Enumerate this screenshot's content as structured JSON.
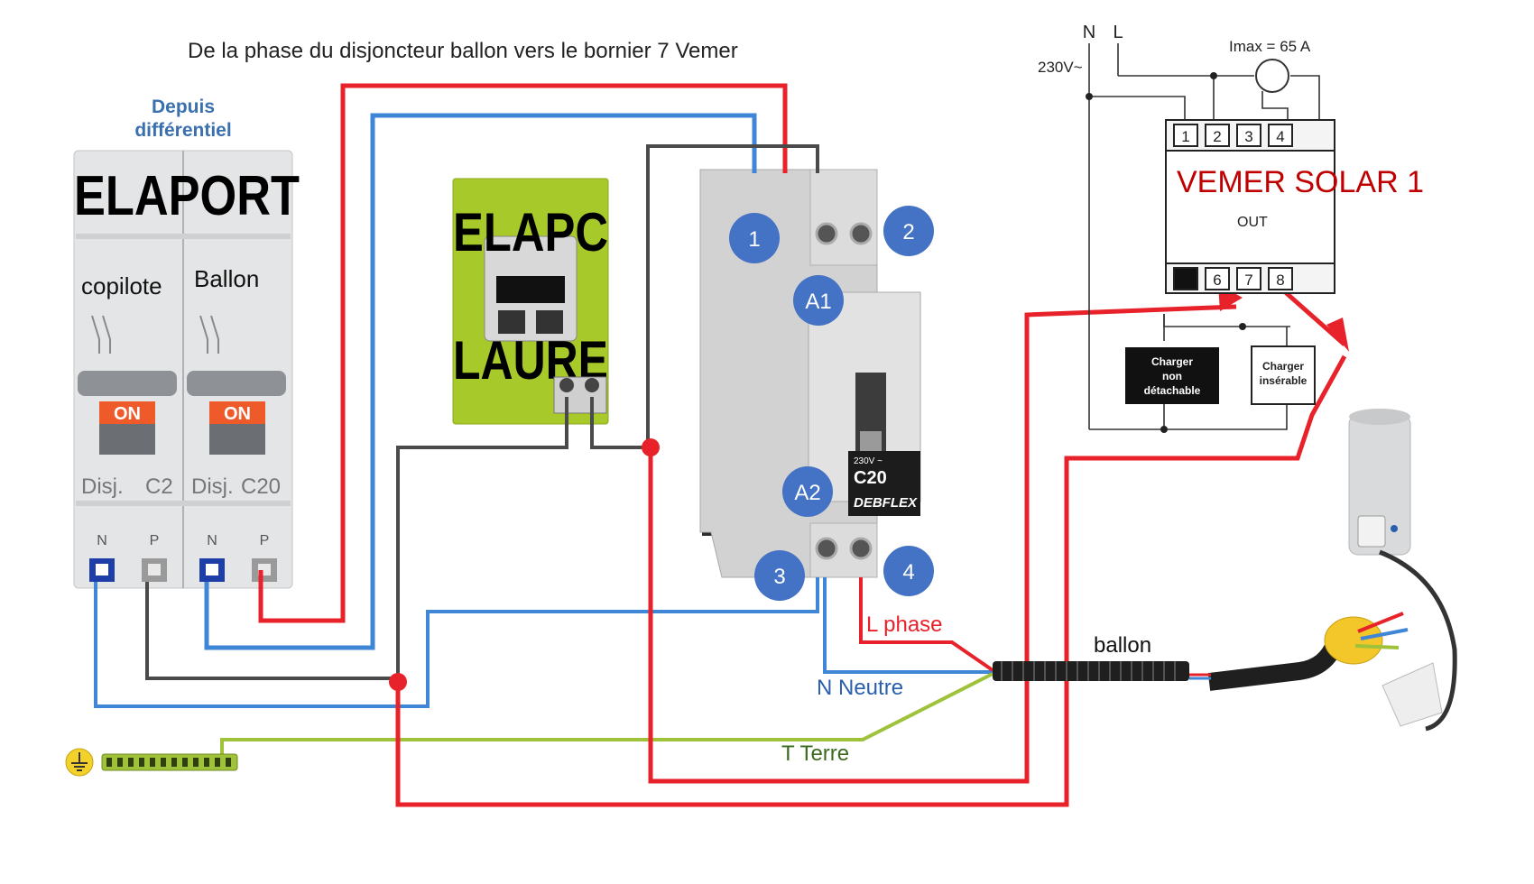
{
  "caption": "De la phase   du disjoncteur ballon vers le bornier 7 Vemer",
  "breaker": {
    "from_label": "Depuis",
    "from_label2": "différentiel",
    "brand": "ELAPORT",
    "left": {
      "name": "copilote",
      "on": "ON",
      "disj": "Disj.",
      "rating": "C2",
      "term_n": "N",
      "term_p": "P"
    },
    "right": {
      "name": "Ballon",
      "on": "ON",
      "disj": "Disj.",
      "rating": "C20",
      "term_n": "N",
      "term_p": "P"
    }
  },
  "timer": {
    "brand_top": "ELAPC",
    "brand_bottom": "LAURE"
  },
  "contactor": {
    "terminals": [
      "1",
      "2",
      "A1",
      "A2",
      "3",
      "4"
    ],
    "rating_small": "230V ~",
    "rating": "C20",
    "brand": "DEBFLEX"
  },
  "wires": {
    "phase": "L phase",
    "neutral": "N Neutre",
    "earth": "T Terre",
    "cable": "ballon"
  },
  "vemer": {
    "label": "VEMER SOLAR 1",
    "n": "N",
    "l": "L",
    "voltage": "230V~",
    "imax": "Imax = 65 A",
    "top_terminals": [
      "1",
      "2",
      "3",
      "4"
    ],
    "bottom_terminals": [
      "6",
      "7",
      "8"
    ],
    "out": "OUT",
    "load_left": [
      "Charger",
      "non",
      "détachable"
    ],
    "load_right": [
      "Charger",
      "insérable"
    ]
  },
  "colors": {
    "phase": "#e8222a",
    "neutral": "#3f86d6",
    "neutral_dark": "#2a5fae",
    "earth": "#9fc23a",
    "dark": "#4a4a4a",
    "badge": "#4472c4",
    "title_blue": "#3a6fb0",
    "vemer_red": "#c00000",
    "timer_green": "#a8c92a"
  }
}
